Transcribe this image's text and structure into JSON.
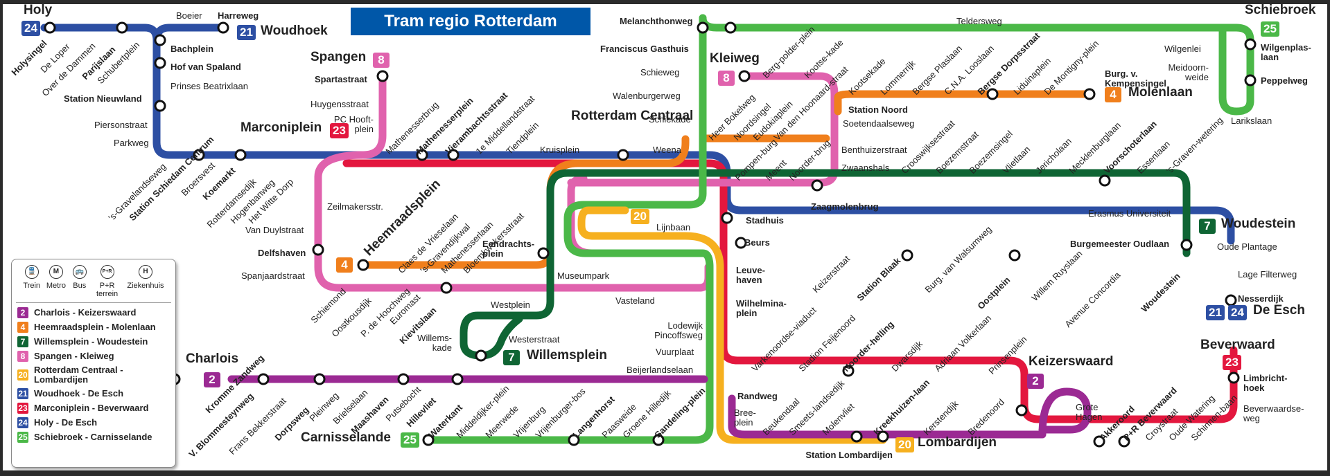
{
  "title": "Tram regio Rotterdam",
  "colors": {
    "line2": "#9b2a93",
    "line4": "#f07f1c",
    "line7": "#0f6534",
    "line8": "#e062ad",
    "line20": "#f6b01f",
    "line21": "#2d4fa3",
    "line23": "#e3173e",
    "line24": "#2d4fa3",
    "line25": "#4bb848",
    "title_bg": "#0057a8"
  },
  "legend": {
    "icons": [
      {
        "name": "train-icon",
        "glyph": "🚆",
        "label": "Trein"
      },
      {
        "name": "metro-icon",
        "glyph": "M",
        "label": "Metro"
      },
      {
        "name": "bus-icon",
        "glyph": "🚌",
        "label": "Bus"
      },
      {
        "name": "park-ride-icon",
        "glyph": "P+R",
        "label": "P+R terrein"
      },
      {
        "name": "hospital-icon",
        "glyph": "H",
        "label": "Ziekenhuis"
      }
    ],
    "lines": [
      {
        "num": "2",
        "label": "Charlois - Keizerswaard",
        "color": "#9b2a93"
      },
      {
        "num": "4",
        "label": "Heemraadsplein - Molenlaan",
        "color": "#f07f1c"
      },
      {
        "num": "7",
        "label": "Willemsplein - Woudestein",
        "color": "#0f6534"
      },
      {
        "num": "8",
        "label": "Spangen - Kleiweg",
        "color": "#e062ad"
      },
      {
        "num": "20",
        "label": "Rotterdam Centraal - Lombardijen",
        "color": "#f6b01f"
      },
      {
        "num": "21",
        "label": "Woudhoek - De Esch",
        "color": "#2d4fa3"
      },
      {
        "num": "23",
        "label": "Marconiplein - Beverwaard",
        "color": "#e3173e"
      },
      {
        "num": "24",
        "label": "Holy - De Esch",
        "color": "#2d4fa3"
      },
      {
        "num": "25",
        "label": "Schiebroek - Carnisselande",
        "color": "#4bb848"
      }
    ]
  },
  "termini": {
    "holy": {
      "name": "Holy",
      "num": "24"
    },
    "woudhoek": {
      "name": "Woudhoek",
      "num": "21"
    },
    "spangen": {
      "name": "Spangen",
      "num": "8"
    },
    "marconiplein": {
      "name": "Marconiplein",
      "num": "23"
    },
    "kleiweg": {
      "name": "Kleiweg",
      "num": "8"
    },
    "molenlaan": {
      "name": "Molenlaan",
      "num": "4"
    },
    "schiebroek": {
      "name": "Schiebroek",
      "num": "25"
    },
    "woudestein": {
      "name": "Woudestein",
      "num": "7"
    },
    "de_esch": {
      "name": "De Esch",
      "num1": "21",
      "num2": "24"
    },
    "heemraadsplein": {
      "name": "Heemraadsplein",
      "num": "4"
    },
    "willemsplein": {
      "name": "Willemsplein",
      "num": "7"
    },
    "charlois": {
      "name": "Charlois",
      "num": "2"
    },
    "carnisselande": {
      "name": "Carnisselande",
      "num": "25"
    },
    "lombardijen": {
      "name": "Lombardijen",
      "num": "20"
    },
    "keizerswaard": {
      "name": "Keizerswaard",
      "num": "2"
    },
    "beverwaard": {
      "name": "Beverwaard",
      "num": "23"
    },
    "rotterdam_centraal": {
      "name": "Rotterdam Centraal",
      "num": "20"
    }
  },
  "stations": {
    "holysingel": "Holysingel",
    "de_loper": "De Loper",
    "over_de_dammen": "Over de Dammen",
    "parijslaan": "Parijslaan",
    "schubertplein": "Schubertplein",
    "boeier": "Boeier",
    "harreweg": "Harreweg",
    "bachplein": "Bachplein",
    "hof_van_spaland": "Hof van Spaland",
    "prinses_beatrixlaan": "Prinses Beatrixlaan",
    "station_nieuwland": "Station Nieuwland",
    "piersonstraat": "Piersonstraat",
    "parkweg": "Parkweg",
    "s_gravelandseweg": "'s-Gravelandseweg",
    "station_schiedam_centrum": "Station Schiedam Centrum",
    "broersvest": "Broersvest",
    "koemarkt": "Koemarkt",
    "rotterdamsedijk": "Rotterdamsedijk",
    "hogenbanweg": "Hogenbanweg",
    "het_witte_dorp": "Het Witte Dorp",
    "spartastraat": "Spartastraat",
    "huygensstraat": "Huygensstraat",
    "pc_hooftplein": "PC Hooft-plein",
    "mathenesserbrug": "Mathenesserbrug",
    "mathenesserplein": "Mathenesserplein",
    "vierambachtsstraat": "Vierambachtsstraat",
    "middellandstraat": "1e Middellandstraat",
    "tiendplein": "Tiendplein",
    "kruisplein": "Kruisplein",
    "weena": "Weena",
    "melanchthonweg": "Melanchthonweg",
    "franciscus_gasthuis": "Franciscus Gasthuis",
    "schieweg": "Schieweg",
    "walenburgerweg": "Walenburgerweg",
    "schiekade": "Schiekade",
    "teldersweg": "Teldersweg",
    "wilgenlei": "Wilgenlei",
    "meidoornweide": "Meidoorn-weide",
    "wilgenplaslaan": "Wilgenplas-laan",
    "peppelweg": "Peppelweg",
    "larikslaan": "Larikslaan",
    "bergpolderplein": "Berg-polder-plein",
    "kootsekade_8": "Kootse-kade",
    "heer_bokelweg": "Heer Bokelweg",
    "noordsingel": "Noordsingel",
    "eudokiaplein": "Eudokiaplein",
    "van_den_hoonaardstraat": "Van den Hoonaard-straat",
    "station_noord": "Station Noord",
    "soetendaalseweg": "Soetendaalseweg",
    "benthuizerstraat": "Benthuizerstraat",
    "zwaanshals": "Zwaanshals",
    "kootsekade": "Kootsekade",
    "lommerrijk": "Lommerrijk",
    "bergse_plaslaan": "Bergse Plaslaan",
    "cna_looslaan": "C.N.A. Looslaan",
    "bergse_dorpsstraat": "Bergse Dorpsstraat",
    "liduinaplein": "Liduinaplein",
    "de_montignyplein": "De Montigny-plein",
    "burg_v_kempensingel": "Burg. v. Kempensingel",
    "pompenburg": "Pompen-burg",
    "meent": "Meent",
    "noorderbrug": "Noorder-brug",
    "zaagmolenbrug": "Zaagmolenbrug",
    "crooswijksestraat": "Crooswijksestraat",
    "boezemstraat": "Boezemstraat",
    "boezemsingel": "Boezemsingel",
    "vlietlaan": "Vlietlaan",
    "jericholaan": "Jericholaan",
    "mecklenburglaan": "Mecklenburglaan",
    "voorschoterlaan": "Voorschoterlaan",
    "essenlaan": "Essenlaan",
    "s_gravenwetering": "'s-Graven-wetering",
    "erasmus_universiteit": "Erasmus Universiteit",
    "burgemeester_oudlaan": "Burgemeester Oudlaan",
    "oude_plantage": "Oude Plantage",
    "lage_filterweg": "Lage Filterweg",
    "nesserdijk": "Nesserdijk",
    "stadhuis": "Stadhuis",
    "beurs": "Beurs",
    "keizerstraat": "Keizerstraat",
    "station_blaak": "Station Blaak",
    "burg_van_walsumweg": "Burg. van Walsumweg",
    "oostplein": "Oostplein",
    "willem_ruyslaan": "Willem Ruyslaan",
    "avenue_concordia": "Avenue Concordia",
    "woudestein_stop": "Woudestein",
    "zeilmakersstr": "Zeilmakersstr.",
    "van_duylstraat": "Van Duylstraat",
    "delfshaven": "Delfshaven",
    "spanjaardstraat": "Spanjaardstraat",
    "claes_de_vrieselaan": "Claes de Vrieselaan",
    "s_gravendijkwal": "'s-Gravendijkwal",
    "mathenesserlaan": "Mathenesserlaan",
    "bloemkwekersstraat": "Bloemkwekersstraat",
    "eendrachtsplein": "Eendrachts-plein",
    "museumpark": "Museumpark",
    "lijnbaan": "Lijnbaan",
    "vasteland": "Vasteland",
    "leuvehaven": "Leuve-haven",
    "wilhelminaplein": "Wilhelmina-plein",
    "schiemond": "Schiemond",
    "oostkousdijk": "Oostkousdijk",
    "p_de_hoochweg": "P. de Hoochweg",
    "euromast": "Euromast",
    "kievitslaan": "Kievitslaan",
    "westplein": "Westplein",
    "willemskade": "Willems-kade",
    "westerstraat": "Westerstraat",
    "lodewijk_pincoffsweg": "Lodewijk Pincoffsweg",
    "vuurplaat": "Vuurplaat",
    "beijerlandselaan": "Beijerlandselaan",
    "kromme_zandweg": "Kromme Zandweg",
    "v_blommesteynweg": "V. Blommesteynweg",
    "frans_bekkerstraat": "Frans Bekkerstraat",
    "dorpsweg": "Dorpsweg",
    "pleinweg": "Pleinweg",
    "brielselaan": "Brielselaan",
    "maashaven": "Maashaven",
    "putsebocht": "Putsebocht",
    "hillevliet": "Hillevliet",
    "waterkant": "Waterkant",
    "middeldijkerplein": "Middeldijker-plein",
    "meerwede": "Meerwede",
    "vrijenburg": "Vrijenburg",
    "vrijenburgerbos": "Vrijenburger-bos",
    "langenhorst": "Langenhorst",
    "paasweide": "Paasweide",
    "groene_hilledijk": "Groene Hilledijk",
    "sandelingplein": "Sandeling-plein",
    "randweg": "Randweg",
    "breeplein": "Bree-plein",
    "beukendaal": "Beukendaal",
    "smeetslandsedijk": "Smeets-landsedijk",
    "molenvliet": "Molenvliet",
    "station_lombardijen": "Station Lombardijen",
    "kreekhuizenlaan": "Kreekhuizen-laan",
    "kerstendijk": "Kerstendijk",
    "bredenoord": "Bredenoord",
    "varkenoordse_viaduct": "Varkenoordse-viaduct",
    "stadion_feijenoord": "Stadion Feijenoord",
    "noorderhelling": "Noorder-helling",
    "dwarsdijk": "Dwarsdijk",
    "adriaan_volkerlaan": "Adriaan Volkerlaan",
    "prinsenplein": "Prinsenplein",
    "grote_hagen": "Grote Hagen",
    "akkeroord": "Akkeroord",
    "pr_beverwaard": "P+R Beverwaard",
    "croystraat": "Croystraat",
    "oude_watering": "Oude Watering",
    "schinnenbaan": "Schinnen-baan",
    "limbrichthoek": "Limbricht-hoek",
    "beverwaardseweg": "Beverwaardse-weg"
  }
}
